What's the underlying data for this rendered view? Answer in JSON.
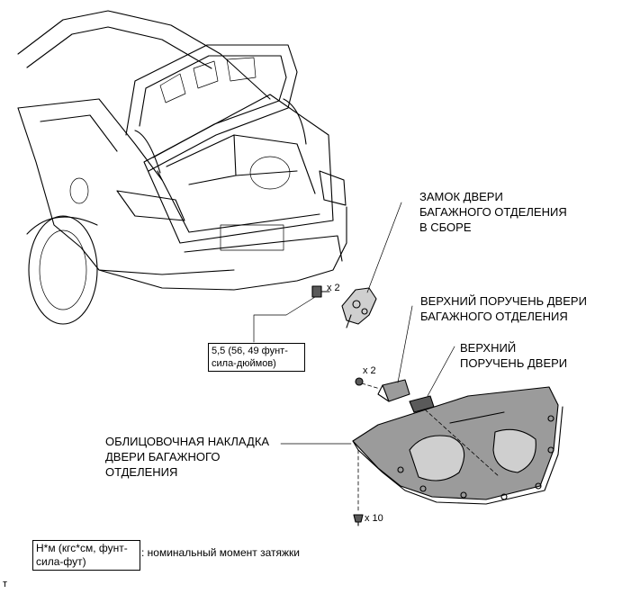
{
  "labels": {
    "trunk_lock": "ЗАМОК ДВЕРИ\nБАГАЖНОГО ОТДЕЛЕНИЯ\nВ СБОРЕ",
    "upper_handle_trunk": "ВЕРХНИЙ ПОРУЧЕНЬ ДВЕРИ\nБАГАЖНОГО ОТДЕЛЕНИЯ",
    "upper_handle_door": "ВЕРХНИЙ\nПОРУЧЕНЬ ДВЕРИ",
    "trim_panel": "ОБЛИЦОВОЧНАЯ НАКЛАДКА\nДВЕРИ БАГАЖНОГО\nОТДЕЛЕНИЯ"
  },
  "quantities": {
    "lock_bolts": "x 2",
    "handle_screws": "x 2",
    "clips": "x 10"
  },
  "torque_spec": "5,5 (56, 49 фунт-\nсила-дюймов)",
  "legend": {
    "unit_box": "Н*м (кгс*см, фунт-\nсила-фут)",
    "description": ": номинальный момент затяжки"
  },
  "corner_mark": "т"
}
